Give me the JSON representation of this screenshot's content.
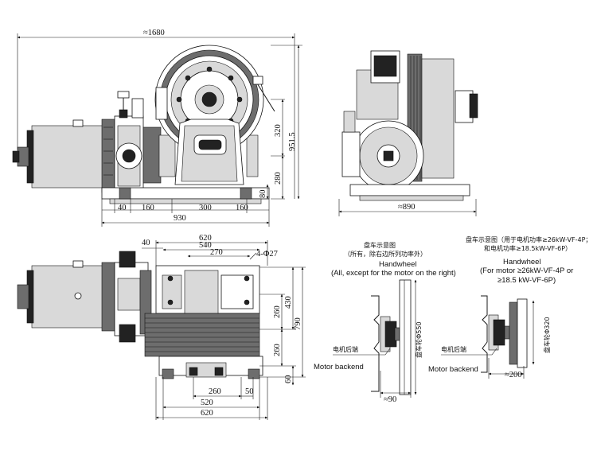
{
  "front_view": {
    "dim_overall_length": "≈1680",
    "dim_height_total": "951.5",
    "dim_height_320": "320",
    "dim_height_280": "280",
    "dim_height_80": "80",
    "dim_left_40": "40",
    "dim_160_left": "160",
    "dim_300": "300",
    "dim_160_right": "160",
    "dim_930": "930"
  },
  "side_view": {
    "dim_width": "≈890"
  },
  "top_view": {
    "dim_620_top": "620",
    "dim_540": "540",
    "dim_40": "40",
    "dim_270": "270",
    "hole_note": "4-Φ27",
    "dim_430": "430",
    "dim_260_upper": "260",
    "dim_790": "790",
    "dim_260_lower": "260",
    "dim_60": "60",
    "dim_260_bottom": "260",
    "dim_50": "50",
    "dim_520": "520",
    "dim_620_bottom": "620"
  },
  "handwheel_a": {
    "title_cn": "盘车示意图",
    "note_cn": "（所有，除右边所列功率外）",
    "title_en": "Handwheel",
    "note_en": "(All, except for the motor on the right)",
    "backend_cn": "电机后端",
    "backend_en": "Motor backend",
    "wheel_dim": "盘车轮Φ550",
    "dim_90": "≈90"
  },
  "handwheel_b": {
    "title_cn": "盘车示意图（用于电机功率≥26kW-VF-4P；",
    "note_cn": "和电机功率≥18.5kW-VF-6P）",
    "title_en": "Handwheel",
    "note_en_1": "(For motor ≥26kW-VF-4P or",
    "note_en_2": "≥18.5 kW-VF-6P)",
    "backend_cn": "电机后端",
    "backend_en": "Motor backend",
    "wheel_dim": "盘车轮Φ320",
    "dim_200": "≈200"
  }
}
